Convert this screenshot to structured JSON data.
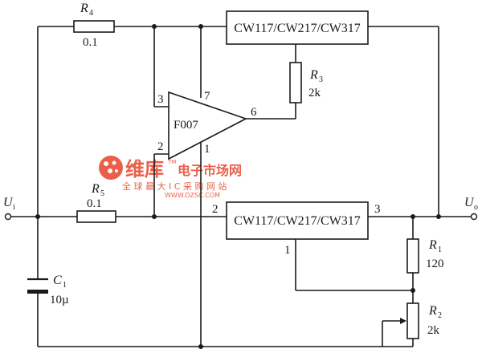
{
  "components": {
    "r4": {
      "name": "R",
      "sub": "4",
      "value": "0.1"
    },
    "r5": {
      "name": "R",
      "sub": "5",
      "value": "0.1"
    },
    "r3": {
      "name": "R",
      "sub": "3",
      "value": "2k"
    },
    "r1": {
      "name": "R",
      "sub": "1",
      "value": "120"
    },
    "r2": {
      "name": "R",
      "sub": "2",
      "value": "2k"
    },
    "c1": {
      "name": "C",
      "sub": "1",
      "value": "10µ"
    },
    "reg_top": {
      "label": "CW117/CW217/CW317"
    },
    "reg_bottom": {
      "label": "CW117/CW217/CW317",
      "pin_in": "2",
      "pin_out": "3",
      "pin_adj": "1"
    },
    "opamp": {
      "label": "F007",
      "pin_noninv": "3",
      "pin_inv": "2",
      "pin_out": "6",
      "pin_vplus": "7",
      "pin_vminus": "1"
    }
  },
  "ports": {
    "input": {
      "name": "U",
      "sub": "i"
    },
    "output": {
      "name": "U",
      "sub": "o"
    }
  },
  "watermark": {
    "brand": "维库",
    "tag": "电子市场网",
    "slogan": "全 球 最 大 I C 采 购 网 站",
    "url": "WWW.DZSC.COM",
    "tm": "TM",
    "color": "#e8442a"
  }
}
